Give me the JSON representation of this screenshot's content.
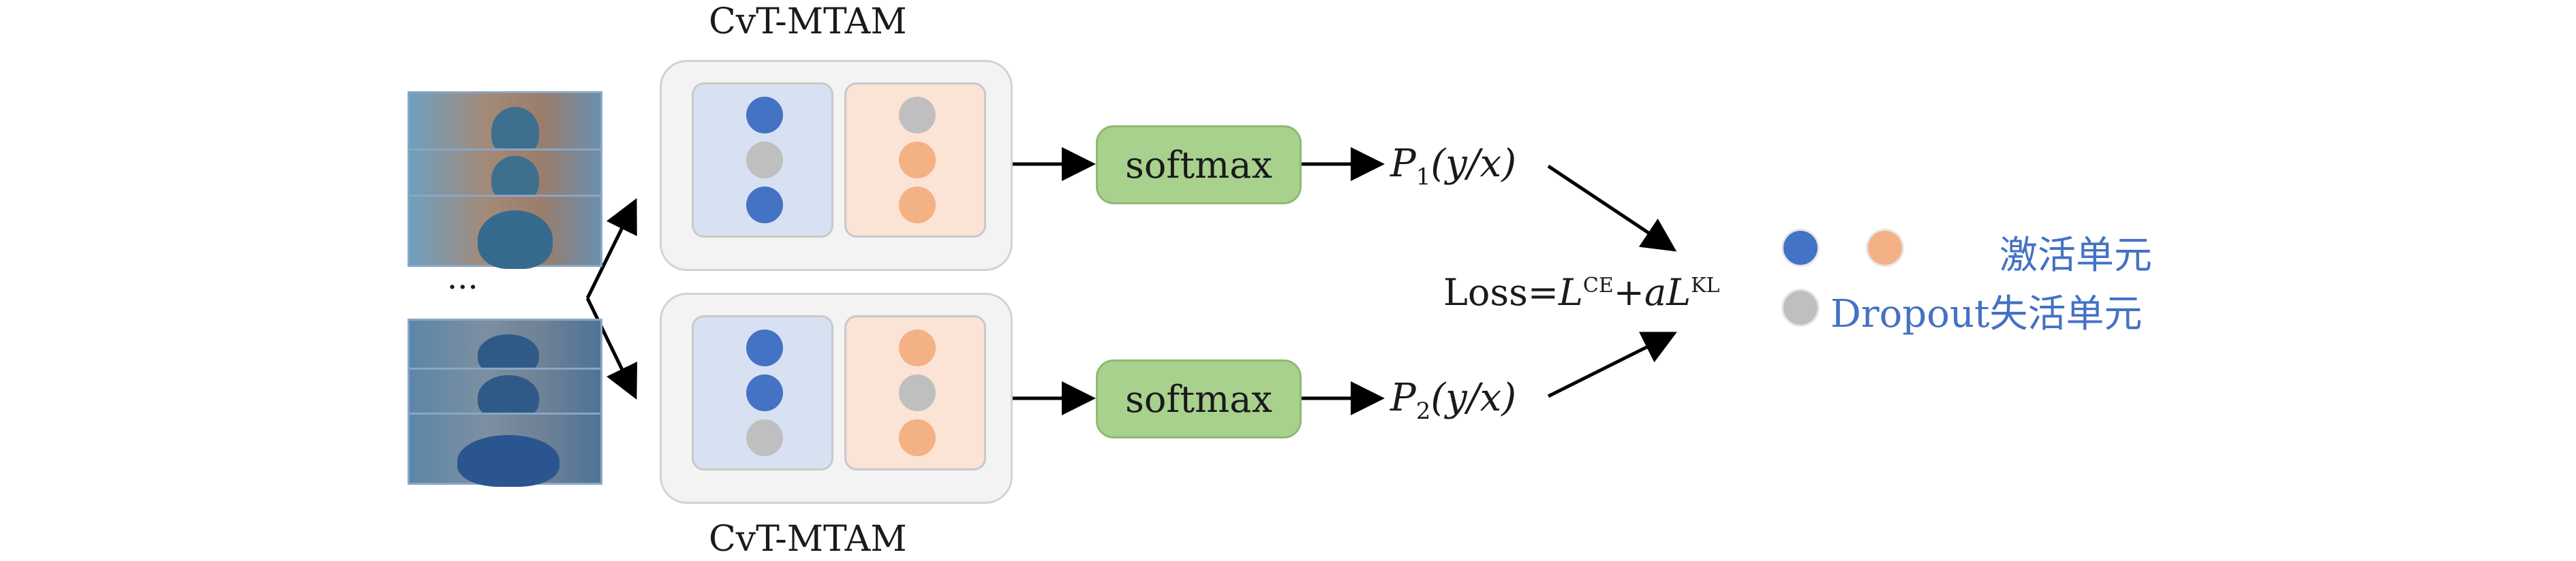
{
  "top_title": "CvT-MTAM",
  "bottom_title": "CvT-MTAM",
  "ellipsis": "···",
  "softmax_top": "softmax",
  "softmax_bottom": "softmax",
  "prob_top": {
    "base": "P",
    "sub": "1",
    "arg": "(y/x)"
  },
  "prob_bottom": {
    "base": "P",
    "sub": "2",
    "arg": "(y/x)"
  },
  "loss": {
    "prefix": "Loss=",
    "l1": "L",
    "sup1": "CE",
    "plus": "+",
    "a": "a",
    "l2": "L",
    "sup2": "KL"
  },
  "legend": {
    "active_label": "激活单元",
    "dropout_label": "Dropout失活单元"
  },
  "colors": {
    "active_blue": "#4472c4",
    "active_orange": "#f4b183",
    "dropout_gray": "#bfbfbf",
    "softmax_green": "#a9d18e",
    "legend_text": "#4472c4"
  },
  "panels": {
    "top": {
      "blue": [
        "active",
        "dropout",
        "active"
      ],
      "orange": [
        "dropout",
        "active",
        "active"
      ]
    },
    "bottom": {
      "blue": [
        "active",
        "active",
        "dropout"
      ],
      "orange": [
        "active",
        "dropout",
        "active"
      ]
    }
  }
}
